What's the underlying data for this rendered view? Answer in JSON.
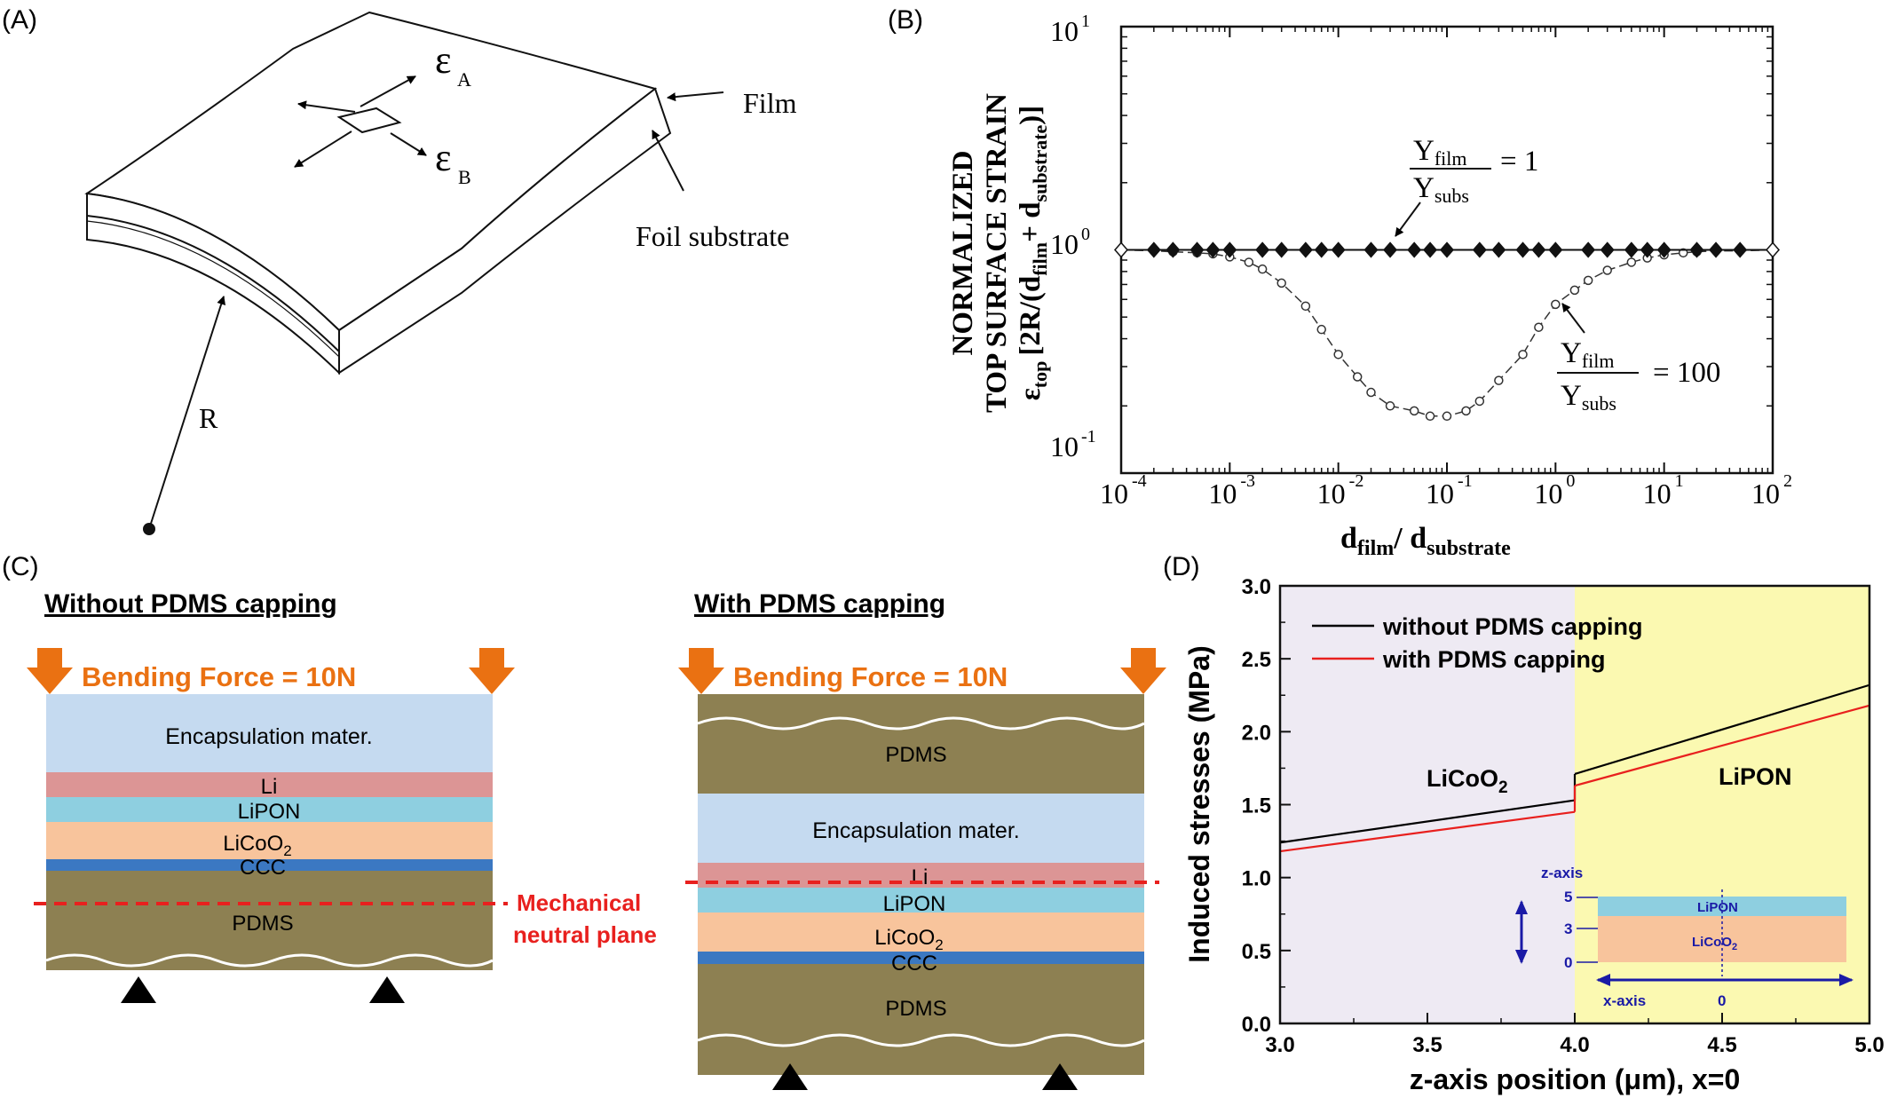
{
  "panel_a": {
    "label": "(A)",
    "film": "Film",
    "foil": "Foil substrate",
    "radius": "R",
    "strain_a": "ε",
    "strain_a_sub": "A",
    "strain_b": "ε",
    "strain_b_sub": "B"
  },
  "panel_b": {
    "label": "(B)",
    "ylabel1": "NORMALIZED",
    "ylabel2": "TOP SURFACE STRAIN",
    "ylabel3_main": "ε",
    "ylabel3_sub": "top",
    "ylabel3_rest": "[2R/(d",
    "ylabel3_sub2": "film",
    "ylabel3_plus": "+ d",
    "ylabel3_sub3": "substrate",
    "ylabel3_end": ")]",
    "xlabel_d1": "d",
    "xlabel_sub1": "film",
    "xlabel_slash": "/ d",
    "xlabel_sub2": "substrate",
    "ytick_top": "10",
    "ytick_top_exp": "1",
    "ytick_mid": "10",
    "ytick_mid_exp": "0",
    "ytick_bot": "10",
    "ytick_bot_exp": "-1",
    "xticks": [
      {
        "base": "10",
        "exp": "-4"
      },
      {
        "base": "10",
        "exp": "-3"
      },
      {
        "base": "10",
        "exp": "-2"
      },
      {
        "base": "10",
        "exp": "-1"
      },
      {
        "base": "10",
        "exp": "0"
      },
      {
        "base": "10",
        "exp": "1"
      },
      {
        "base": "10",
        "exp": "2"
      }
    ],
    "ann1_num": "Y",
    "ann1_num_sub": "film",
    "ann1_den": "Y",
    "ann1_den_sub": "subs",
    "ann1_val": "= 1",
    "ann2_num": "Y",
    "ann2_num_sub": "film",
    "ann2_den": "Y",
    "ann2_den_sub": "subs",
    "ann2_val": "= 100"
  },
  "chart_data": [
    {
      "type": "scatter",
      "x_scale": "log",
      "y_scale": "log",
      "xlim": [
        0.0001,
        100
      ],
      "ylim": [
        0.1,
        10
      ],
      "series": [
        {
          "name": "Yfilm/Ysubs = 1",
          "marker": "filled-diamond",
          "x": [
            0.0001,
            0.0002,
            0.0003,
            0.0005,
            0.0007,
            0.001,
            0.002,
            0.003,
            0.005,
            0.007,
            0.01,
            0.02,
            0.03,
            0.05,
            0.07,
            0.1,
            0.2,
            0.3,
            0.5,
            0.7,
            1,
            2,
            3,
            5,
            7,
            10,
            20,
            30,
            50,
            100
          ],
          "y": [
            1,
            1,
            1,
            1,
            1,
            1,
            1,
            1,
            1,
            1,
            1,
            1,
            1,
            1,
            1,
            1,
            1,
            1,
            1,
            1,
            1,
            1,
            1,
            1,
            1,
            1,
            1,
            1,
            1,
            1
          ]
        },
        {
          "name": "Yfilm/Ysubs = 100",
          "marker": "open-circle",
          "x": [
            0.0001,
            0.0002,
            0.0003,
            0.0005,
            0.0007,
            0.001,
            0.0015,
            0.002,
            0.003,
            0.005,
            0.007,
            0.01,
            0.015,
            0.02,
            0.03,
            0.05,
            0.07,
            0.1,
            0.15,
            0.2,
            0.3,
            0.5,
            0.7,
            1,
            1.5,
            2,
            3,
            5,
            7,
            10,
            15,
            20,
            30,
            50,
            100
          ],
          "y": [
            1.0,
            0.99,
            0.98,
            0.97,
            0.96,
            0.93,
            0.88,
            0.82,
            0.71,
            0.56,
            0.44,
            0.34,
            0.27,
            0.23,
            0.2,
            0.19,
            0.18,
            0.18,
            0.19,
            0.21,
            0.26,
            0.34,
            0.45,
            0.57,
            0.66,
            0.73,
            0.81,
            0.88,
            0.92,
            0.95,
            0.97,
            0.98,
            0.99,
            0.99,
            1.0
          ]
        }
      ]
    },
    {
      "type": "line",
      "xlim": [
        3.0,
        5.0
      ],
      "ylim": [
        0.0,
        3.0
      ],
      "xlabel": "z-axis position (μm), x=0",
      "ylabel": "Induced stresses (MPa)",
      "xticks": [
        "3.0",
        "3.5",
        "4.0",
        "4.5",
        "5.0"
      ],
      "yticks": [
        "0.0",
        "0.5",
        "1.0",
        "1.5",
        "2.0",
        "2.5",
        "3.0"
      ],
      "series": [
        {
          "name": "without PDMS capping",
          "color": "#000000",
          "segments": [
            [
              [
                3.0,
                1.24
              ],
              [
                4.0,
                1.53
              ]
            ],
            [
              [
                4.0,
                1.71
              ],
              [
                5.0,
                2.32
              ]
            ]
          ]
        },
        {
          "name": "with PDMS capping",
          "color": "#e8201e",
          "segments": [
            [
              [
                3.0,
                1.18
              ],
              [
                4.0,
                1.45
              ]
            ],
            [
              [
                4.0,
                1.63
              ],
              [
                5.0,
                2.18
              ]
            ]
          ]
        }
      ]
    }
  ],
  "panel_c": {
    "label": "(C)",
    "left_title": "Without PDMS capping",
    "right_title": "With PDMS capping",
    "force": "Bending Force = 10N",
    "encap": "Encapsulation mater.",
    "li": "Li",
    "lipon": "LiPON",
    "licoo": "LiCoO",
    "licoo_sub": "2",
    "ccc": "CCC",
    "pdms": "PDMS",
    "neutral1": "Mechanical",
    "neutral2": "neutral plane",
    "colors": {
      "encap": "#c5daf0",
      "li": "#dc9595",
      "lipon": "#8ecfe0",
      "licoo": "#f8c49c",
      "ccc": "#3b78c2",
      "pdms": "#8d8052",
      "arrow": "#ea7112",
      "neutral": "#e8201e"
    }
  },
  "panel_d": {
    "label": "(D)",
    "licoo": "LiCoO",
    "licoo_sub": "2",
    "lipon": "LiPON",
    "legend_without": "without PDMS capping",
    "legend_with": "with PDMS capping",
    "inset_zaxis": "z-axis",
    "inset_xaxis": "x-axis",
    "inset_z_ticks": [
      "5",
      "3",
      "0"
    ],
    "inset_x_zero": "0",
    "inset_lipon": "LiPON",
    "inset_licoo": "LiCoO",
    "inset_licoo_sub": "2",
    "colors": {
      "left_bg": "#eeeaf3",
      "right_bg": "#fbf9b1",
      "inset_blue": "#1a1aa6"
    }
  }
}
